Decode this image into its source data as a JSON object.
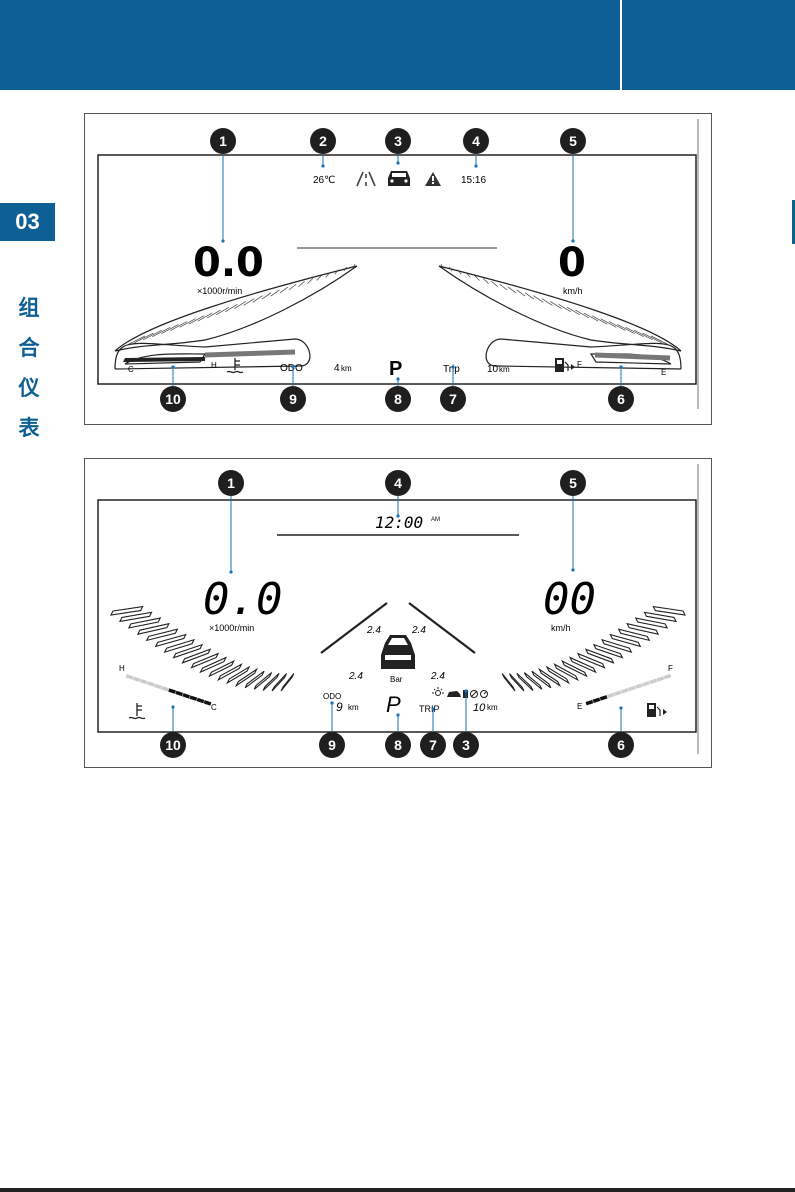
{
  "sidebar": {
    "chapter_number": "03",
    "chapter_title_chars": [
      "组",
      "合",
      "仪",
      "表"
    ],
    "accent_color": "#0e5f94"
  },
  "figure1": {
    "callouts": [
      "1",
      "2",
      "3",
      "4",
      "5",
      "6",
      "7",
      "8",
      "9",
      "10"
    ],
    "temperature": "26℃",
    "clock": "15:16",
    "tach_value": "0.0",
    "tach_unit": "×1000r/min",
    "speed_value": "0",
    "speed_unit": "km/h",
    "temp_low": "C",
    "temp_high": "H",
    "odo_label": "ODO",
    "odo_value": "4",
    "odo_unit": "km",
    "gear": "P",
    "trip_label": "Trip",
    "trip_value": "10",
    "trip_unit": "km",
    "fuel_full": "F",
    "fuel_empty": "E",
    "icons": [
      "lane-icon",
      "car-icon",
      "warning-icon",
      "coolant-temp-icon",
      "fuel-pump-icon"
    ]
  },
  "figure2": {
    "callouts": [
      "1",
      "4",
      "5",
      "10",
      "9",
      "8",
      "7",
      "3",
      "6"
    ],
    "clock": "12:00",
    "clock_suffix": "AM",
    "tach_value": "0.0",
    "tach_unit": "×1000r/min",
    "speed_value": "00",
    "speed_unit": "km/h",
    "tire_front_left": "2.4",
    "tire_front_right": "2.4",
    "tire_rear_left": "2.4",
    "tire_rear_right": "2.4",
    "tire_unit": "Bar",
    "temp_high": "H",
    "temp_low": "C",
    "odo_label": "ODO",
    "odo_value": "9",
    "odo_unit": "km",
    "gear": "P",
    "trip_label": "TRIP",
    "trip_value": "10",
    "trip_unit": "km",
    "fuel_full": "F",
    "fuel_empty": "E",
    "icons": [
      "car-top-icon",
      "light-icon",
      "car-side-icon",
      "fuel-small-icon",
      "circle-slash-icon",
      "gauge-icon",
      "coolant-temp-icon",
      "fuel-pump-icon"
    ]
  }
}
